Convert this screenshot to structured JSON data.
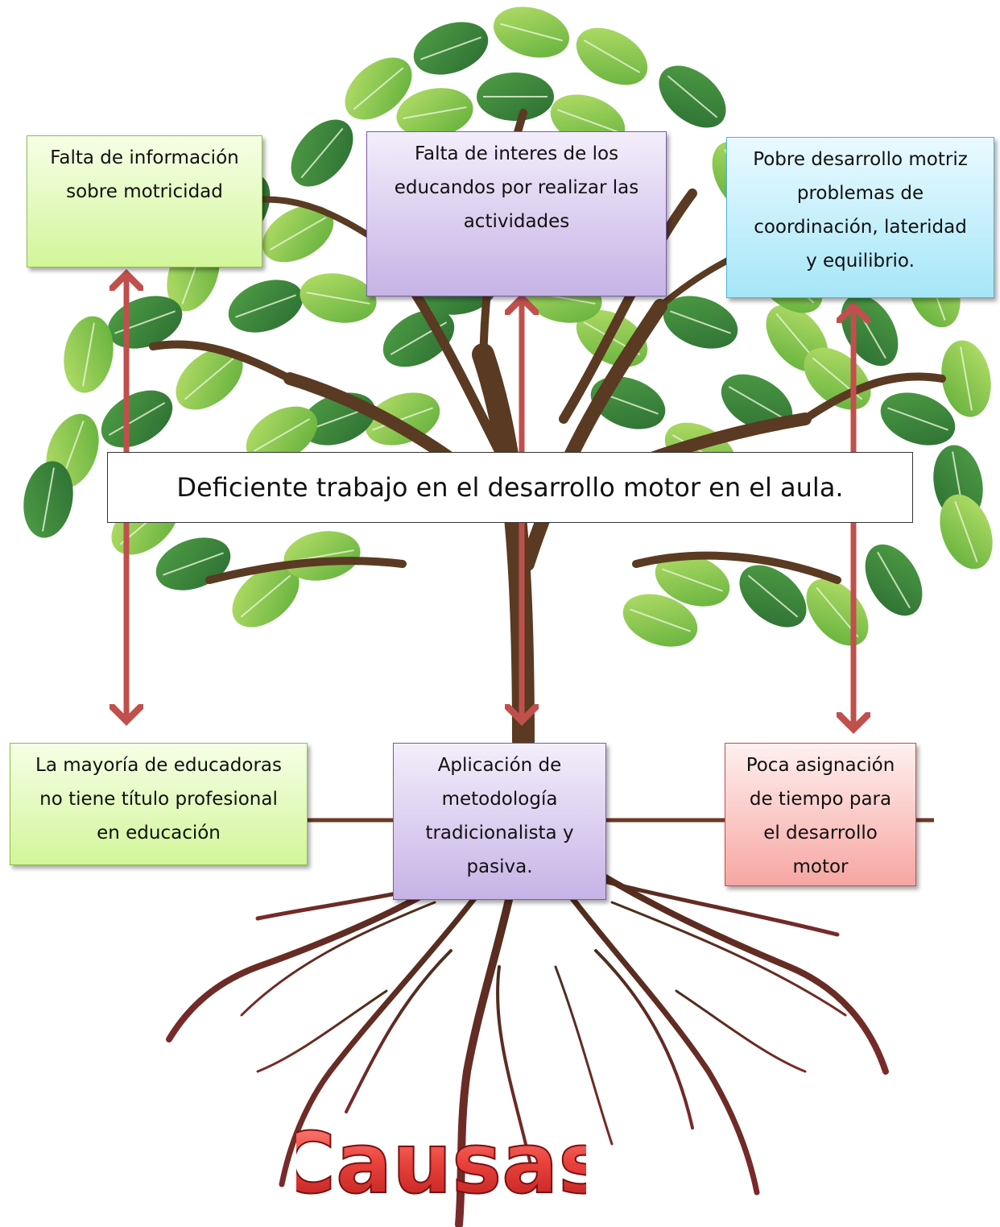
{
  "diagram": {
    "effects": [
      {
        "id": "effect-1",
        "text": [
          "Falta de información",
          "sobre motricidad"
        ],
        "color": "green"
      },
      {
        "id": "effect-2",
        "text": [
          "Falta de interes de los",
          "educandos por realizar las",
          "actividades"
        ],
        "color": "purple"
      },
      {
        "id": "effect-3",
        "text": [
          "Pobre desarrollo motriz",
          "problemas de",
          "coordinación, lateridad",
          "y equilibrio."
        ],
        "color": "blue"
      }
    ],
    "central_problem": "Deficiente trabajo en el desarrollo motor en el aula.",
    "causes": [
      {
        "id": "cause-1",
        "text": [
          "La mayoría de educadoras",
          "no tiene título profesional",
          "en educación"
        ],
        "color": "green"
      },
      {
        "id": "cause-2",
        "text": [
          "Aplicación de",
          "metodología",
          "tradicionalista y",
          "pasiva."
        ],
        "color": "purple"
      },
      {
        "id": "cause-3",
        "text": [
          "Poca asignación",
          "de tiempo para",
          "el desarrollo",
          "motor"
        ],
        "color": "red"
      }
    ],
    "causes_label": "Causas",
    "colors": {
      "arrow": "#c0504d",
      "leaf_light": "#8dc63f",
      "leaf_dark": "#3e8e3e",
      "trunk": "#5a3a22",
      "label_red": "#e8413b"
    }
  }
}
